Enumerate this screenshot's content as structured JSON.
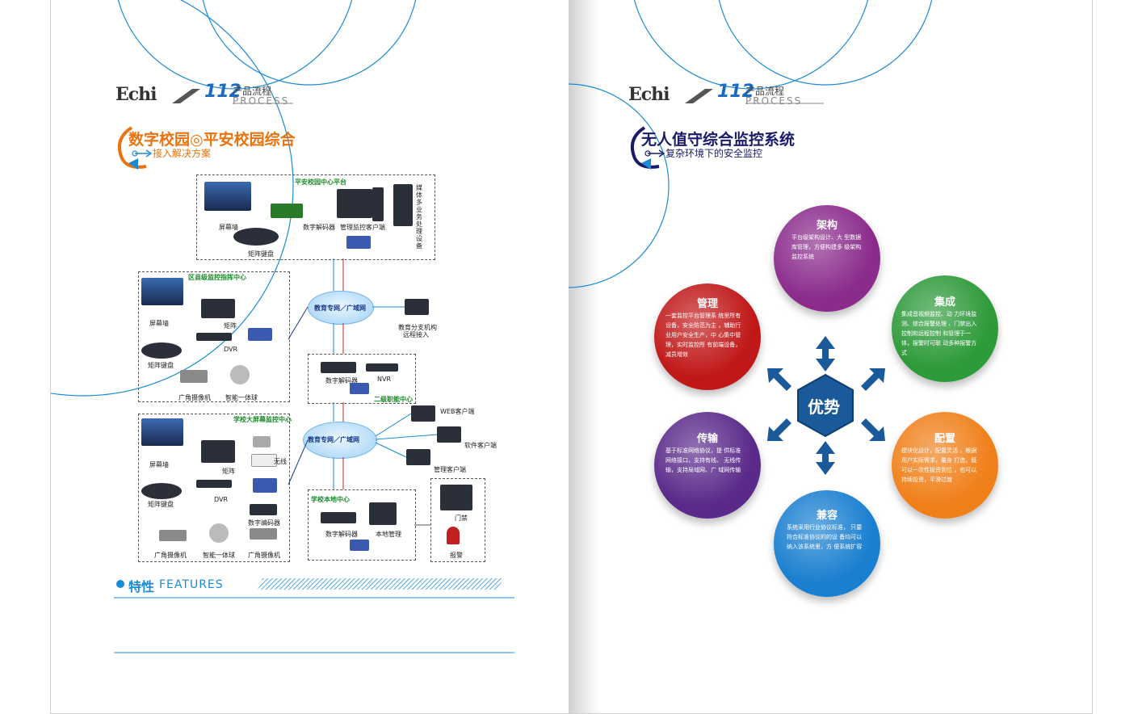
{
  "header": {
    "brand_text": "Echi",
    "logo_number": "112",
    "product_cn": "产品流程",
    "product_en": "PROCESS"
  },
  "left": {
    "title": "数字校园◎平安校园综合",
    "subtitle": "接入解决方案",
    "diagram": {
      "center_platform": "平安校园中心平台",
      "wall": "屏幕墙",
      "decoder": "数字解码器",
      "mgmt_client": "管理监控客户端",
      "keyboard": "矩阵键盘",
      "media_server": "媒体多业务处理设备",
      "county_center": "区县级监控指挥中心",
      "edu_net_1": "教育专网／广域网",
      "branch": "教育分支机构",
      "remote": "远程接入",
      "wall2": "屏幕墙",
      "matrix": "矩阵",
      "dvr": "DVR",
      "keyboard2": "矩阵键盘",
      "wide_cam": "广角摄像机",
      "dome": "智能一体球",
      "decoder2": "数字解码器",
      "nvr": "NVR",
      "level2": "二级职能中心",
      "school_big": "学校大屏幕监控中心",
      "edu_net_2": "教育专网／广域网",
      "web_client": "WEB客户端",
      "sw_client": "软件客户端",
      "mgmt_client2": "管理客户端",
      "wall3": "屏幕墙",
      "matrix2": "矩阵",
      "wireless": "无线",
      "dvr2": "DVR",
      "keyboard3": "矩阵键盘",
      "encoder": "数字编码器",
      "school_local": "学校本地中心",
      "decoder3": "数字解码器",
      "local_mgmt": "本地管理",
      "door": "门禁",
      "alarm": "报警",
      "wide_cam2": "广角摄像机",
      "dome2": "智能一体球",
      "wide_cam3": "广角摄像机"
    },
    "features_cn": "特性",
    "features_en": "FEATURES"
  },
  "right": {
    "title": "无人值守综合监控系统",
    "subtitle": "复杂环境下的安全监控",
    "center_label": "优势",
    "circles": [
      {
        "title": "架构",
        "body": "平台级架构设计、大 型数据库管理，方便构建多 级架构监控系统",
        "color": "#8b2c8c"
      },
      {
        "title": "集成",
        "body": "集成音视频监控、动 力环境监测、综合报警处理 、门禁出入控制和远程控制 和管理于一体，报警时可联 动多种报警方式",
        "color": "#2e9a3a"
      },
      {
        "title": "配置",
        "body": "模块化设计，配置灵活 ，根据用户实际需求，量身 打造，既可以一次性投资到位 ，也可以持续投资，平滑过渡",
        "color": "#f0801a"
      },
      {
        "title": "兼容",
        "body": "系统采用行业协议标准， 只要符合标准协议的的设 备均可以纳入该系统里，方 便系统扩容",
        "color": "#1a7fd0"
      },
      {
        "title": "传输",
        "body": "基于标准网络协议，提 供标准网络接口，支持有线、 无线传输，支持局域网、广 域网传输",
        "color": "#5a2a8a"
      },
      {
        "title": "管理",
        "body": "一套监控平台管理系 统里所有设备，安全防范为主 ，辅助行业用户安全生产，中 心集中管理，实时监控所 有前端设备，减员增效",
        "color": "#c01818"
      }
    ]
  },
  "colors": {
    "accent_orange": "#e8730f",
    "accent_blue": "#1a8ad4",
    "accent_navy": "#1a1a6a",
    "arrow_blue": "#1a5a9a"
  }
}
